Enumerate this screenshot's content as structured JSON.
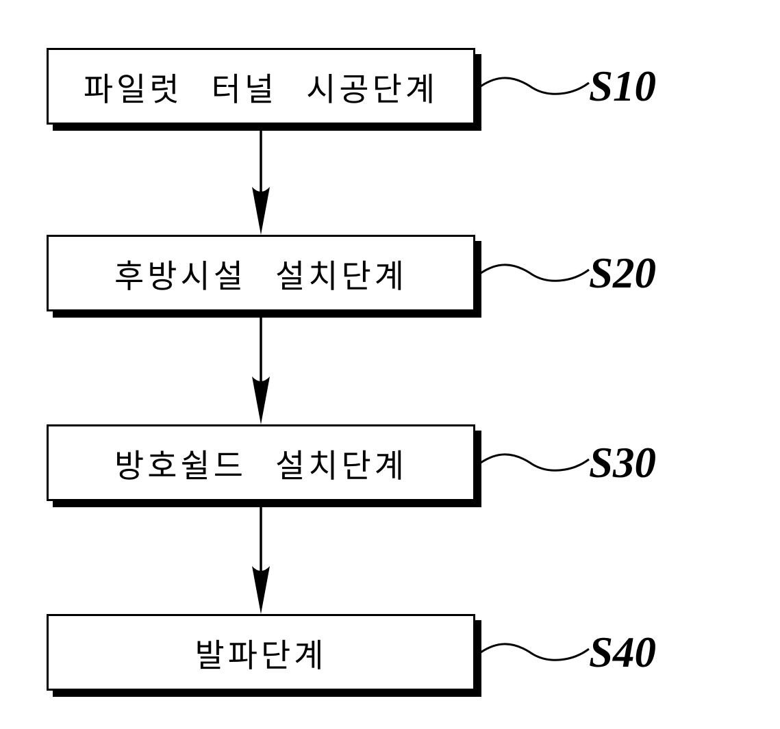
{
  "diagram": {
    "type": "flowchart",
    "orientation": "vertical",
    "background_color": "#ffffff",
    "ink_color": "#000000",
    "steps": [
      {
        "box_label": "파일럿 터널 시공단계",
        "step_id": "S10"
      },
      {
        "box_label": "후방시설 설치단계",
        "step_id": "S20"
      },
      {
        "box_label": "방호쉴드 설치단계",
        "step_id": "S30"
      },
      {
        "box_label": "발파단계",
        "step_id": "S40"
      }
    ],
    "connectors": [
      {
        "from": "S10",
        "to": "S20",
        "style": "arrow-down"
      },
      {
        "from": "S20",
        "to": "S30",
        "style": "arrow-down"
      },
      {
        "from": "S30",
        "to": "S40",
        "style": "arrow-down"
      }
    ]
  }
}
